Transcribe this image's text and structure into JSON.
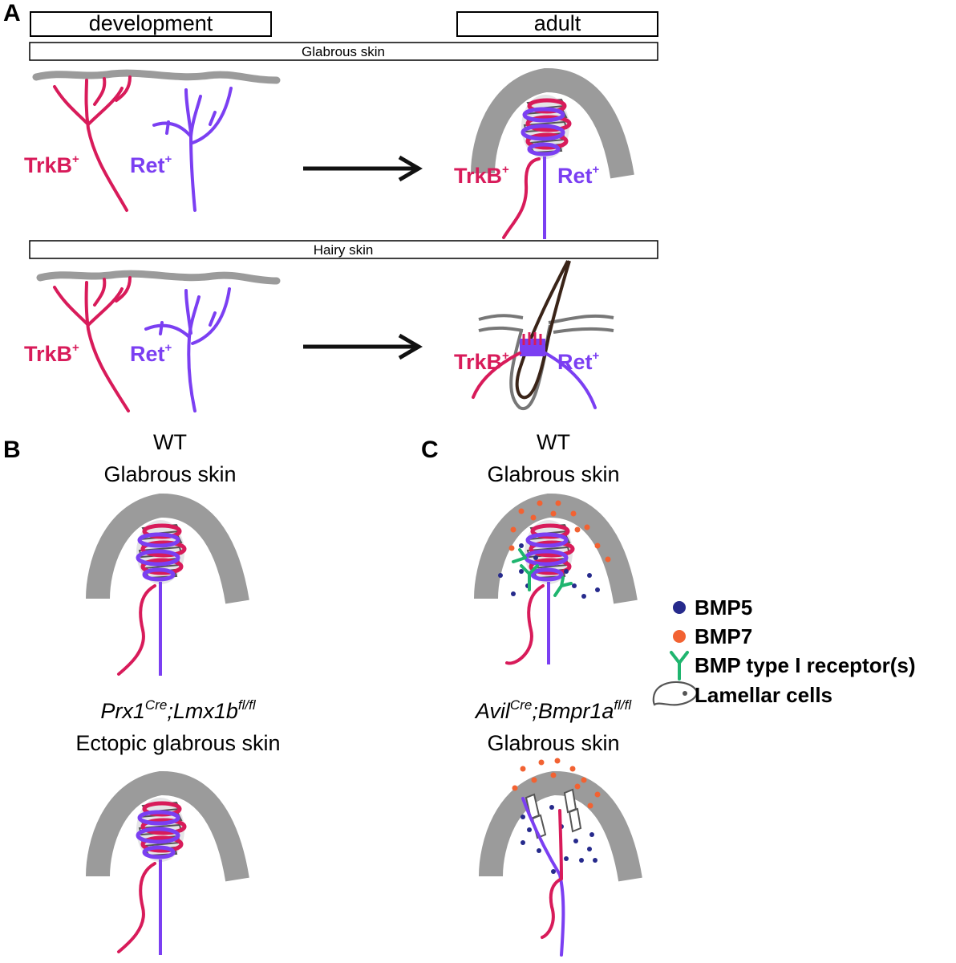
{
  "panels": {
    "A": {
      "letter": "A",
      "col_development": "development",
      "col_adult": "adult",
      "glabrous_header": "Glabrous skin",
      "hairy_header": "Hairy skin",
      "trkb_label": "TrkB",
      "ret_label": "Ret",
      "superscript_plus": "+"
    },
    "B": {
      "letter": "B",
      "top_title_1": "WT",
      "top_title_2": "Glabrous skin",
      "bottom_genotype_a": "Prx1",
      "bottom_genotype_a_sup": "Cre",
      "bottom_genotype_b": ";Lmx1b",
      "bottom_genotype_b_sup": "fl/fl",
      "bottom_title_2": "Ectopic glabrous skin"
    },
    "C": {
      "letter": "C",
      "top_title_1": "WT",
      "top_title_2": "Glabrous skin",
      "bottom_genotype_a": "Avil",
      "bottom_genotype_a_sup": "Cre",
      "bottom_genotype_b": ";Bmpr1a",
      "bottom_genotype_b_sup": "fl/fl",
      "bottom_title_2": "Glabrous skin"
    }
  },
  "legend": {
    "bmp5": "BMP5",
    "bmp7": "BMP7",
    "receptor": "BMP type I receptor(s)",
    "lamellar": "Lamellar cells"
  },
  "colors": {
    "trkb": "#d81b5a",
    "ret": "#7b3ff2",
    "skin": "#9b9b9b",
    "bmp5": "#262a8c",
    "bmp7": "#f26232",
    "receptor": "#1fb56f",
    "hair": "#3a2418"
  }
}
